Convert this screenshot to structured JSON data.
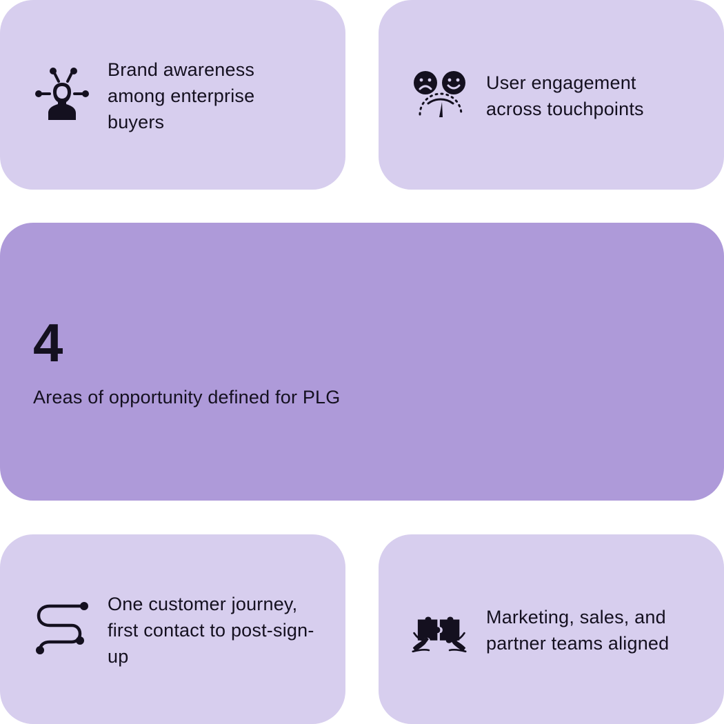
{
  "cards": {
    "top_left": {
      "icon": "influencer-network-icon",
      "text": "Brand awareness among enterprise buyers"
    },
    "top_right": {
      "icon": "satisfaction-meter-icon",
      "text": "User engagement across touchpoints"
    },
    "bottom_left": {
      "icon": "journey-path-icon",
      "text": "One customer journey, first contact to post-sign-up"
    },
    "bottom_right": {
      "icon": "puzzle-hands-icon",
      "text": "Marketing, sales, and partner teams aligned"
    }
  },
  "highlight": {
    "number": "4",
    "label": "Areas of opportunity defined for PLG"
  },
  "colors": {
    "card_light": "#d7ceee",
    "card_highlight": "#ae9ad9",
    "text": "#14101f",
    "background": "#ffffff"
  }
}
